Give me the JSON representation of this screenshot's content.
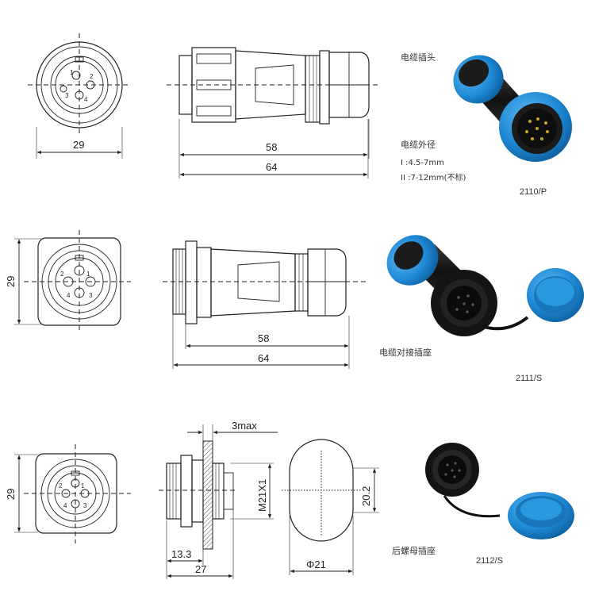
{
  "dimensions": {
    "r1_width": "29",
    "r1_len58": "58",
    "r1_len64": "64",
    "r2_height": "29",
    "r2_len58": "58",
    "r2_len64": "64",
    "r3_height": "29",
    "r3_3max": "3max",
    "r3_thread": "M21X1",
    "r3_20_2": "20.2",
    "r3_13_3": "13.3",
    "r3_27": "27",
    "r3_phi21": "Φ21"
  },
  "pins": {
    "r1": [
      "1",
      "2",
      "3",
      "4"
    ],
    "r2": [
      "2",
      "1",
      "4",
      "3"
    ],
    "r3": [
      "2",
      "1",
      "4",
      "3"
    ]
  },
  "labels": {
    "plug_name": "电缆插头",
    "cable_od_title": "电缆外径",
    "cable_od_1": "I :4.5-7mm",
    "cable_od_2": "II :7-12mm(不标)",
    "socket_name": "电缆对接插座",
    "rear_name": "后螺母插座"
  },
  "codes": {
    "r1": "2110/P",
    "r2": "2111/S",
    "r3": "2112/S"
  },
  "colors": {
    "line": "#222222",
    "connector_blue": "#1f8ad6",
    "connector_black": "#1a1a1a",
    "pin_gold": "#c9a227"
  }
}
